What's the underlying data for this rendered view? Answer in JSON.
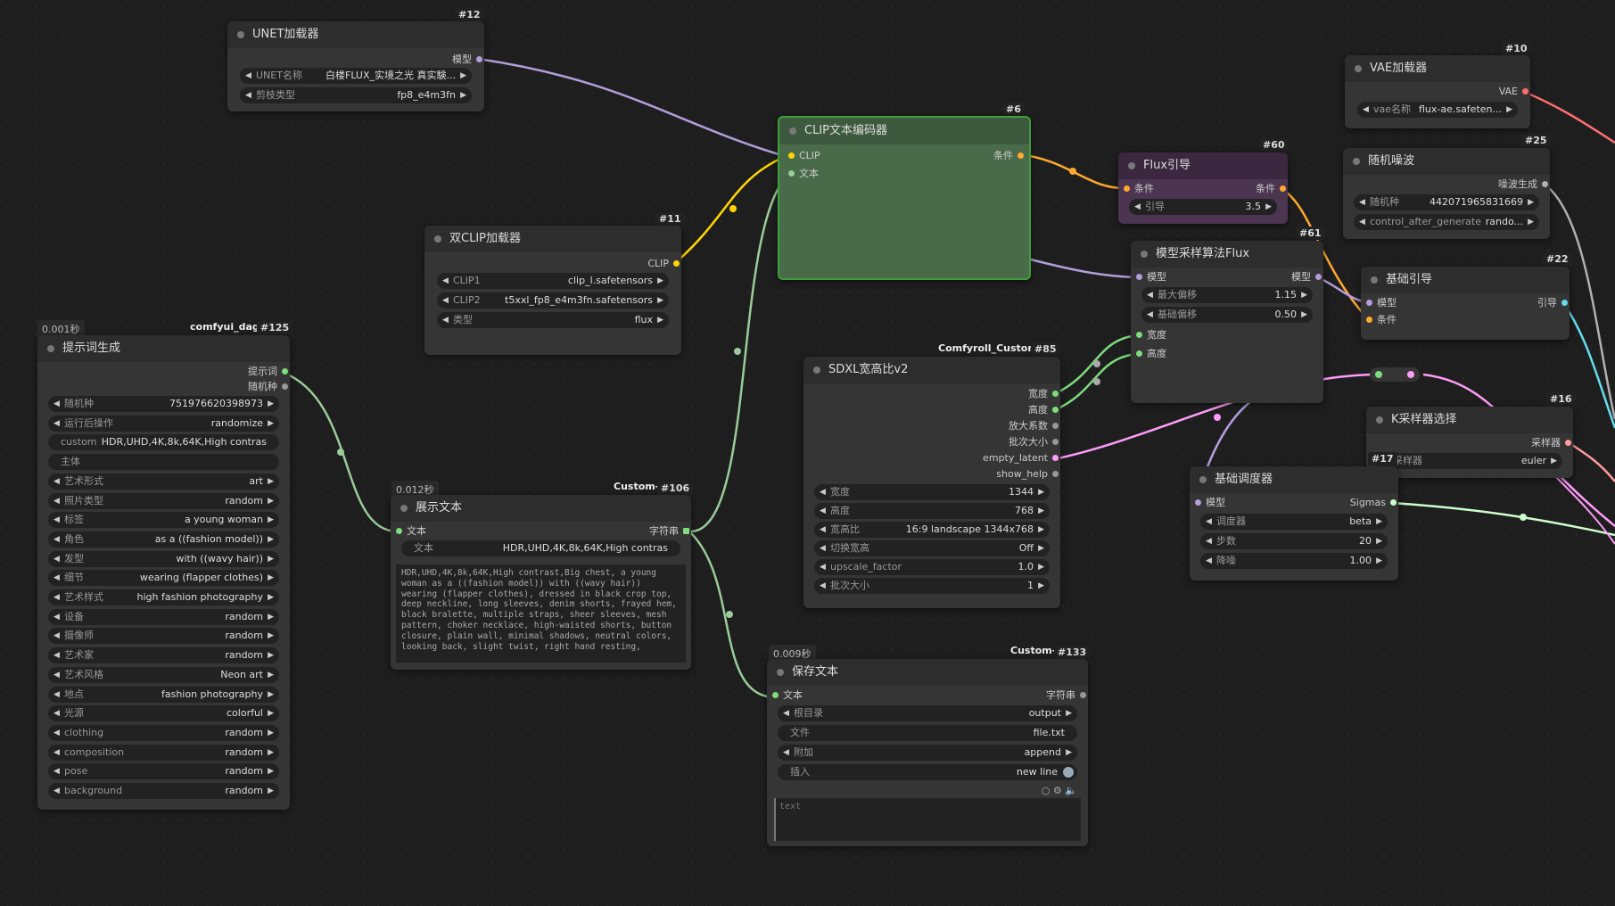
{
  "nodes": {
    "unet": {
      "id": "#12",
      "title": "UNET加载器",
      "out_model": "模型",
      "w_unet_label": "UNET名称",
      "w_unet_value": "白楼FLUX_实境之光 真实験...",
      "w_clip_label": "剪枝类型",
      "w_clip_value": "fp8_e4m3fn"
    },
    "clipenc": {
      "id": "#6",
      "title": "CLIP文本编码器",
      "in_clip": "CLIP",
      "in_text": "文本",
      "out_cond": "条件"
    },
    "dualclip": {
      "id": "#11",
      "title": "双CLIP加载器",
      "out_clip": "CLIP",
      "w1_label": "CLIP1",
      "w1_value": "clip_l.safetensors",
      "w2_label": "CLIP2",
      "w2_value": "t5xxl_fp8_e4m3fn.safetensors",
      "w3_label": "类型",
      "w3_value": "flux"
    },
    "vae": {
      "id": "#10",
      "title": "VAE加载器",
      "out_vae": "VAE",
      "w_label": "vae名称",
      "w_value": "flux-ae.safeten..."
    },
    "noise": {
      "id": "#25",
      "title": "随机噪波",
      "out": "噪波生成",
      "w1_label": "随机种",
      "w1_value": "442071965831669",
      "w2_label": "control_after_generate",
      "w2_value": "rando..."
    },
    "fluxguide": {
      "id": "#60",
      "title": "Flux引导",
      "in_cond": "条件",
      "out_cond": "条件",
      "w_label": "引导",
      "w_value": "3.5"
    },
    "modelsampling": {
      "id": "#61",
      "title": "模型采样算法Flux",
      "in_model": "模型",
      "out_model": "模型",
      "w1_label": "最大偏移",
      "w1_value": "1.15",
      "w2_label": "基础偏移",
      "w2_value": "0.50",
      "in_width": "宽度",
      "in_height": "高度"
    },
    "basicguider": {
      "id": "#22",
      "title": "基础引导",
      "in_model": "模型",
      "in_cond": "条件",
      "out": "引导"
    },
    "ksampsel": {
      "id": "#16",
      "title": "K采样器选择",
      "out": "采样器",
      "w_label": "采样器",
      "w_value": "euler",
      "sub_id": "#17"
    },
    "basicsched": {
      "id": "",
      "title": "基础调度器",
      "in_model": "模型",
      "out": "Sigmas",
      "w1_label": "调度器",
      "w1_value": "beta",
      "w2_label": "步数",
      "w2_value": "20",
      "w3_label": "降噪",
      "w3_value": "1.00"
    },
    "sdxl": {
      "id": "#85",
      "tag": "Comfyroll_CustomN",
      "title": "SDXL宽高比v2",
      "outs": [
        "宽度",
        "高度",
        "放大系数",
        "批次大小",
        "empty_latent",
        "show_help"
      ],
      "widgets": [
        {
          "label": "宽度",
          "value": "1344"
        },
        {
          "label": "高度",
          "value": "768"
        },
        {
          "label": "宽高比",
          "value": "16:9 landscape 1344x768"
        },
        {
          "label": "切换宽高",
          "value": "Off"
        },
        {
          "label": "upscale_factor",
          "value": "1.0"
        },
        {
          "label": "批次大小",
          "value": "1"
        }
      ]
    },
    "prompt": {
      "id": "#125",
      "tag": "comfyui_dagtl",
      "time": "0.001秒",
      "title": "提示词生成",
      "out1": "提示词",
      "out2": "随机种",
      "widgets": [
        {
          "label": "随机种",
          "value": "751976620398973",
          "arrows": true
        },
        {
          "label": "运行后操作",
          "value": "randomize",
          "arrows": true
        },
        {
          "label": "custom",
          "value": "HDR,UHD,4K,8k,64K,High contras",
          "arrows": false
        },
        {
          "label": "主体",
          "value": "",
          "arrows": false
        },
        {
          "label": "艺术形式",
          "value": "art",
          "arrows": true
        },
        {
          "label": "照片类型",
          "value": "random",
          "arrows": true
        },
        {
          "label": "标签",
          "value": "a young woman",
          "arrows": true
        },
        {
          "label": "角色",
          "value": "as a ((fashion model))",
          "arrows": true
        },
        {
          "label": "发型",
          "value": "with ((wavy hair))",
          "arrows": true
        },
        {
          "label": "细节",
          "value": "wearing (flapper clothes)",
          "arrows": true
        },
        {
          "label": "艺术样式",
          "value": "high fashion photography",
          "arrows": true
        },
        {
          "label": "设备",
          "value": "random",
          "arrows": true
        },
        {
          "label": "摄像师",
          "value": "random",
          "arrows": true
        },
        {
          "label": "艺术家",
          "value": "random",
          "arrows": true
        },
        {
          "label": "艺术风格",
          "value": "Neon art",
          "arrows": true
        },
        {
          "label": "地点",
          "value": "fashion photography",
          "arrows": true
        },
        {
          "label": "光源",
          "value": "colorful",
          "arrows": true
        },
        {
          "label": "clothing",
          "value": "random",
          "arrows": true
        },
        {
          "label": "composition",
          "value": "random",
          "arrows": true
        },
        {
          "label": "pose",
          "value": "random",
          "arrows": true
        },
        {
          "label": "background",
          "value": "random",
          "arrows": true
        }
      ]
    },
    "showtext": {
      "id": "#106",
      "tag": "Custom-S",
      "time": "0.012秒",
      "title": "展示文本",
      "in_text": "文本",
      "out": "字符串",
      "w_label": "文本",
      "w_value": "HDR,UHD,4K,8k,64K,High contras",
      "text": "HDR,UHD,4K,8k,64K,High contrast,Big chest, a young woman as a ((fashion model)) with ((wavy hair)) wearing (flapper clothes), dressed in black crop top, deep neckline, long sleeves, denim shorts, frayed hem, black bralette, multiple straps, sheer sleeves, mesh pattern, choker necklace, high-waisted shorts, button closure, plain wall, minimal shadows, neutral colors, looking back, slight twist, right hand resting,"
    },
    "savetext": {
      "id": "#133",
      "tag": "Custom-S",
      "time": "0.009秒",
      "title": "保存文本",
      "in_text": "文本",
      "out": "字符串",
      "widgets": [
        {
          "label": "根目录",
          "value": "output"
        },
        {
          "label": "文件",
          "value": "file.txt"
        },
        {
          "label": "附加",
          "value": "append"
        },
        {
          "label": "插入",
          "value": "new line"
        }
      ],
      "placeholder": "text"
    }
  },
  "colors": {
    "model": "#b39ddb",
    "clip": "#ffd500",
    "cond": "#ffa931",
    "vae": "#ff6e6e",
    "latent": "#ff9cf9",
    "int": "#7ddc7d",
    "string": "#99cc99",
    "noise": "#b0b0b0",
    "guider": "#66ddee",
    "sigmas": "#ccffcc"
  }
}
